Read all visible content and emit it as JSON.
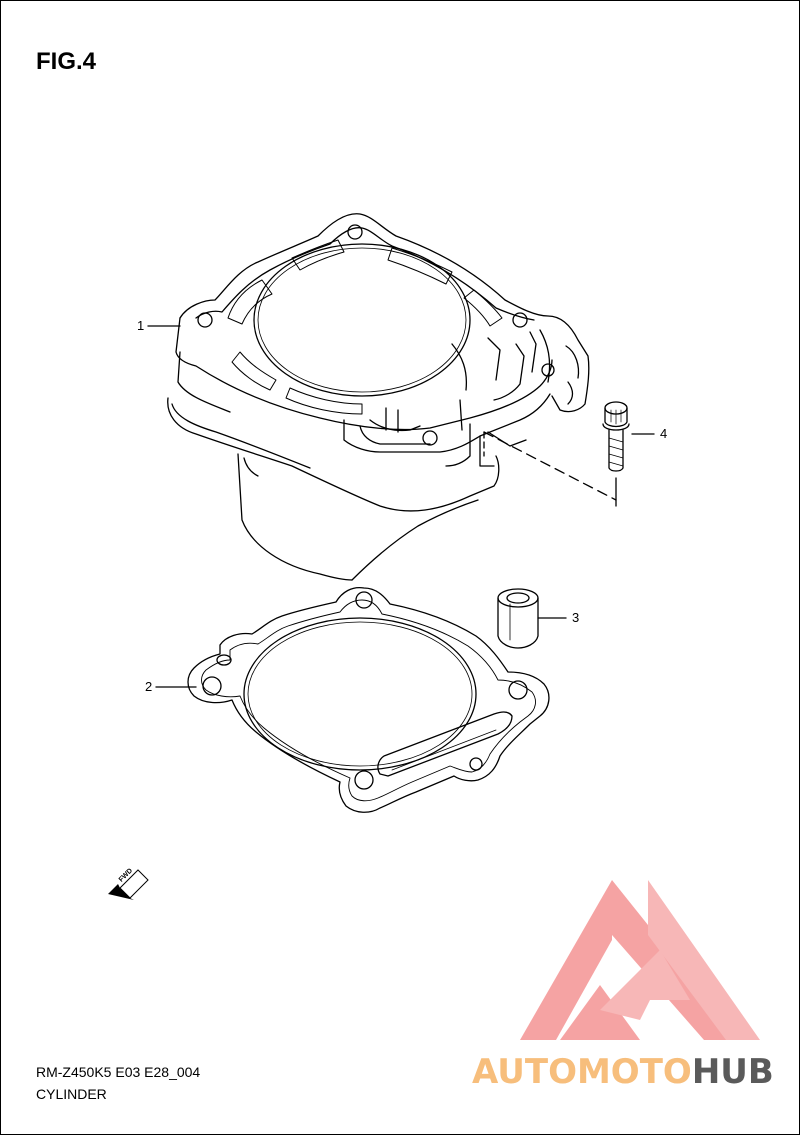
{
  "figure": {
    "title": "FIG.4"
  },
  "callouts": [
    {
      "id": "1",
      "label": "1"
    },
    {
      "id": "2",
      "label": "2"
    },
    {
      "id": "3",
      "label": "3"
    },
    {
      "id": "4",
      "label": "4"
    }
  ],
  "fwd_badge": {
    "text": "FWD"
  },
  "footer": {
    "model_code": "RM-Z450K5 E03 E28_004",
    "part_name": "CYLINDER"
  },
  "watermark": {
    "part1": "AUTOMOTO",
    "part2": "HUB",
    "colors": {
      "logo": "#f28b8b",
      "text_light": "#f7be7c",
      "text_dark": "#5a5a5a"
    }
  }
}
